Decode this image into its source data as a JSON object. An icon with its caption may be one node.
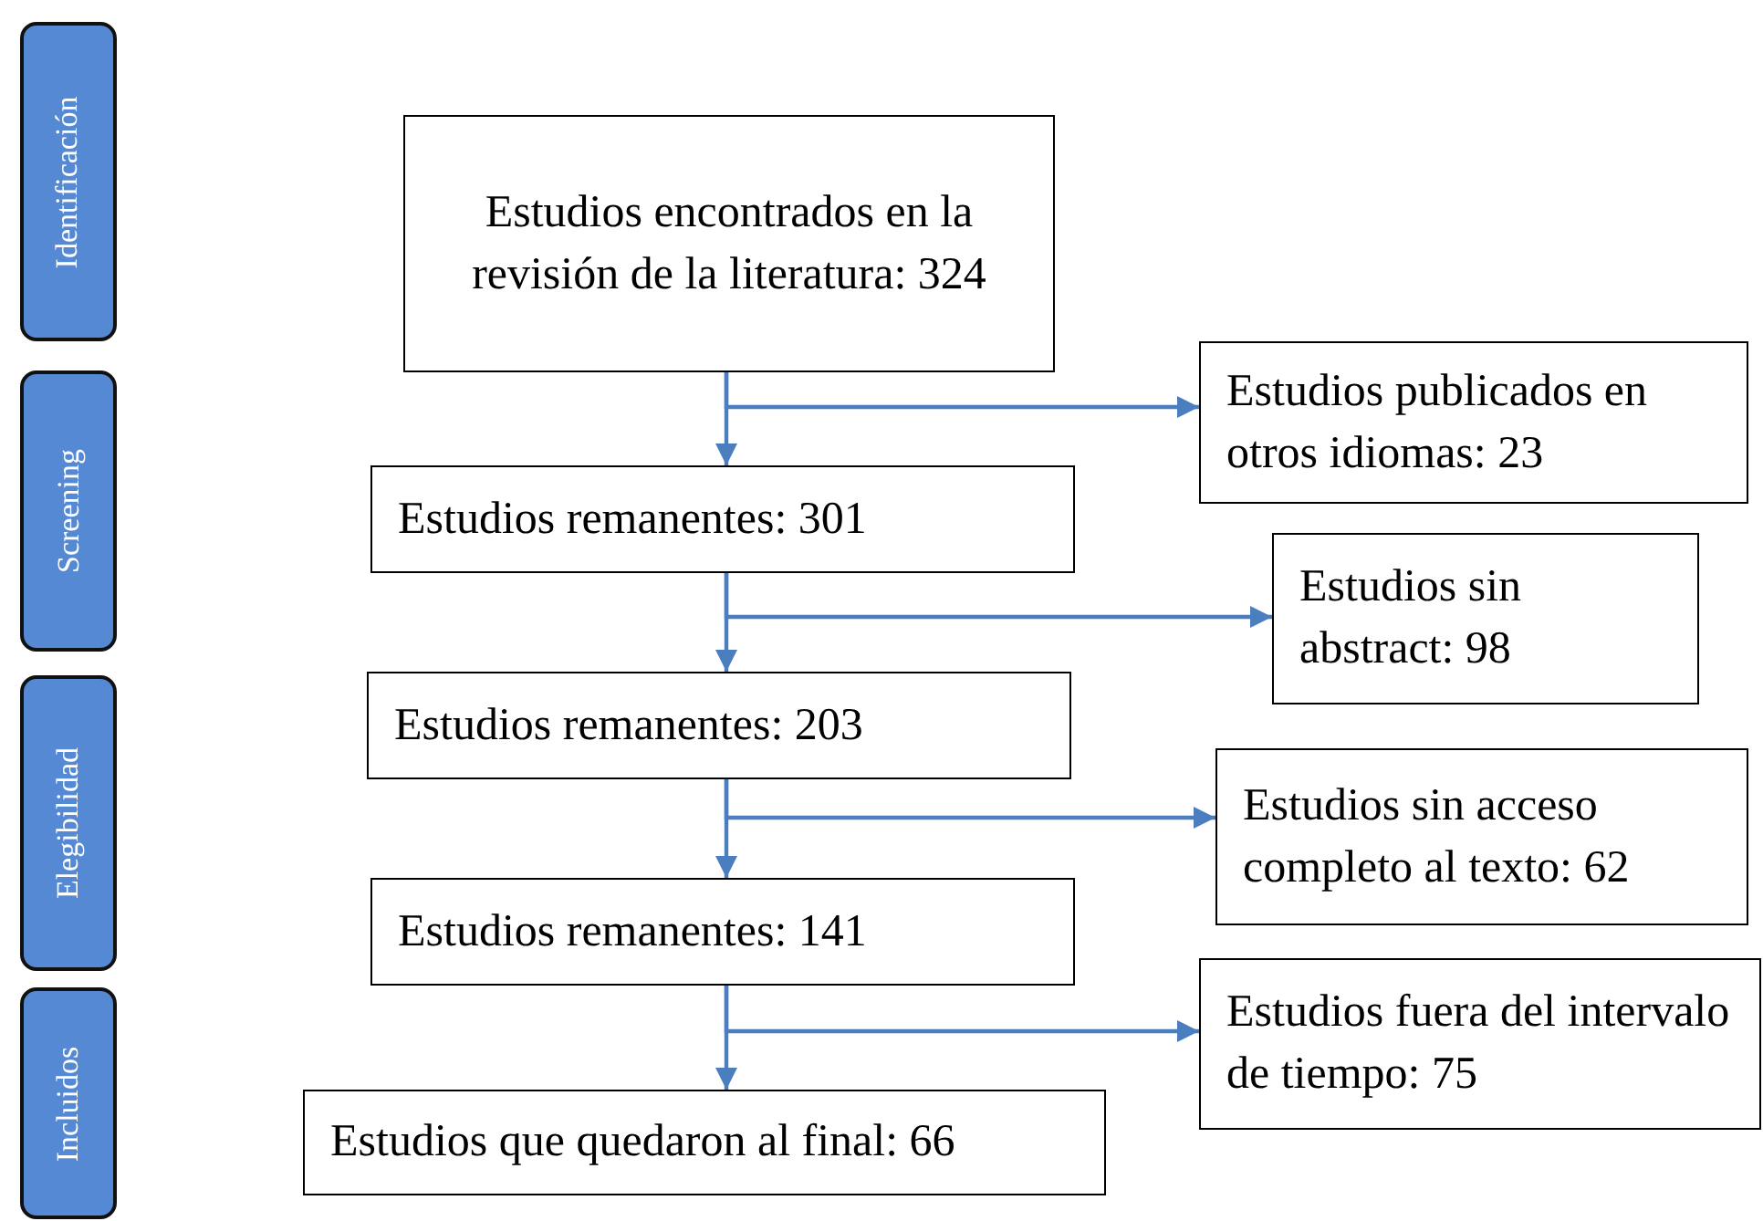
{
  "diagram": {
    "nodes": [
      {
        "text": [
          "Identificación"
        ]
      },
      {
        "text": [
          "Screening"
        ]
      },
      {
        "text": [
          "Elegibilidad"
        ]
      },
      {
        "text": [
          "Incluidos"
        ]
      },
      {
        "text": [
          "Estudios encontrados en la revisión de la literatura: 324"
        ]
      },
      {
        "text": [
          "Estudios publicados en otros idiomas: 23"
        ]
      },
      {
        "text": [
          "Estudios remanentes: 301"
        ]
      },
      {
        "text": [
          "Estudios sin abstract: 98"
        ]
      },
      {
        "text": [
          "Estudios remanentes: 203"
        ]
      },
      {
        "text": [
          "Estudios sin acceso completo al texto: 62"
        ]
      },
      {
        "text": [
          "Estudios remanentes: 141"
        ]
      },
      {
        "text": [
          "Estudios fuera del intervalo de tiempo: 75"
        ]
      },
      {
        "text": [
          "Estudios que quedaron al final: 66"
        ]
      }
    ],
    "edges": [
      {
        "from": 4,
        "to": 5,
        "arrow": "to"
      },
      {
        "from": 4,
        "to": 6,
        "arrow": "to"
      },
      {
        "from": 6,
        "to": 7,
        "arrow": "to"
      },
      {
        "from": 6,
        "to": 8,
        "arrow": "to"
      },
      {
        "from": 8,
        "to": 9,
        "arrow": "to"
      },
      {
        "from": 8,
        "to": 10,
        "arrow": "to"
      },
      {
        "from": 10,
        "to": 11,
        "arrow": "to"
      },
      {
        "from": 10,
        "to": 12,
        "arrow": "to"
      }
    ]
  }
}
